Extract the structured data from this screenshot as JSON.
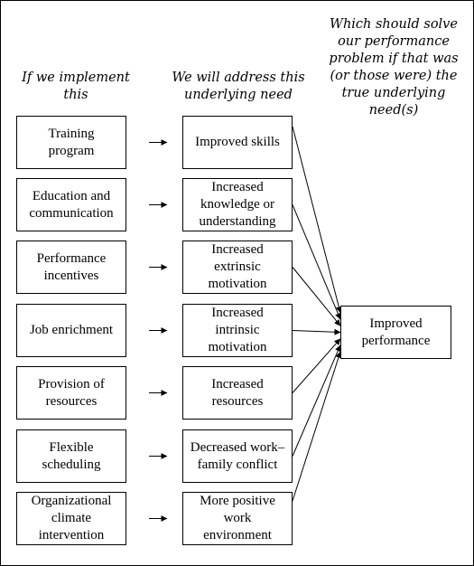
{
  "headers": {
    "col1": "If we implement\nthis",
    "col2": "We will address this\nunderlying need",
    "col3": "Which should solve\nour performance\nproblem if that was\n(or those were) the\ntrue underlying need(s)"
  },
  "rows": [
    {
      "intervention": "Training\nprogram",
      "need": "Improved skills"
    },
    {
      "intervention": "Education and\ncommunication",
      "need": "Increased\nknowledge or\nunderstanding"
    },
    {
      "intervention": "Performance\nincentives",
      "need": "Increased\nextrinsic\nmotivation"
    },
    {
      "intervention": "Job enrichment",
      "need": "Increased\nintrinsic\nmotivation"
    },
    {
      "intervention": "Provision of\nresources",
      "need": "Increased\nresources"
    },
    {
      "intervention": "Flexible\nscheduling",
      "need": "Decreased work–\nfamily conflict"
    },
    {
      "intervention": "Organizational\nclimate\nintervention",
      "need": "More positive\nwork\nenvironment"
    }
  ],
  "outcome": "Improved\nperformance"
}
